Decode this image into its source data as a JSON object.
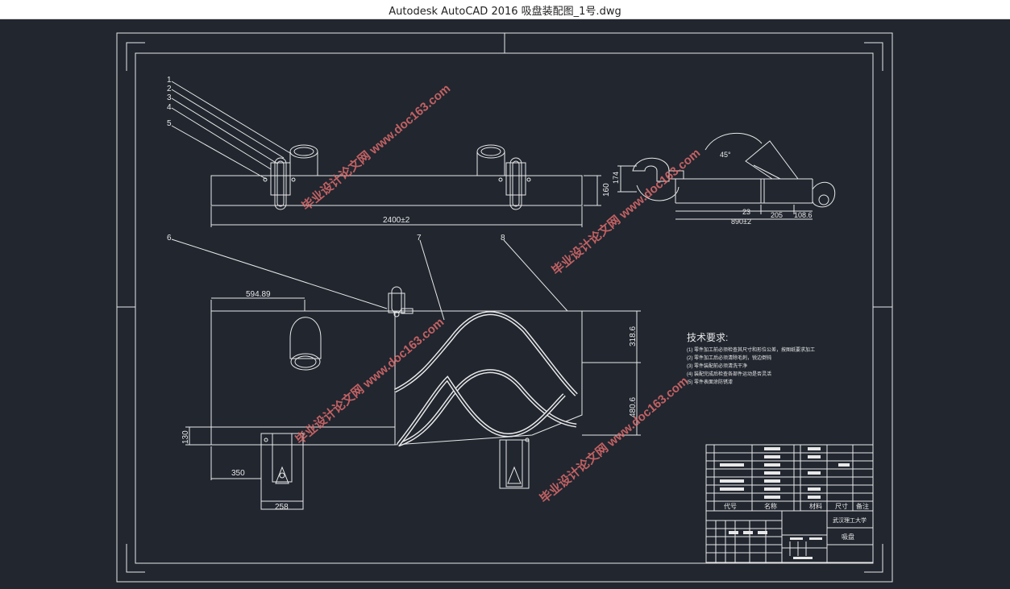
{
  "window": {
    "title": "Autodesk AutoCAD 2016    吸盘装配图_1号.dwg"
  },
  "drawing": {
    "balloons": [
      "1",
      "2",
      "3",
      "4",
      "5",
      "6",
      "7",
      "8"
    ],
    "dims": {
      "len_top": "2400±2",
      "h_top": "160",
      "side_h": "174",
      "width_side": "890±2",
      "d23": "23",
      "d205": "205",
      "d108": "108.6",
      "angle": "45°",
      "d594": "594.89",
      "d318": "318.6",
      "d480": "480.6",
      "d130": "130",
      "d350": "350",
      "d258": "258"
    },
    "tech": {
      "title": "技术要求:",
      "lines": [
        "(1) 零件加工前必须检查其尺寸和形位公差，按图纸要求加工",
        "(2) 零件加工后必须清除毛刺，锐边倒钝",
        "(3) 零件装配前必须清洗干净",
        "(4) 装配完成后检查各部件运动是否灵活",
        "(5) 零件表面涂防锈漆"
      ]
    },
    "table": {
      "headers": [
        "代号",
        "名称",
        "材料",
        "尺寸",
        "备注"
      ],
      "school": "武汉理工大学",
      "part_name": "吸盘"
    },
    "watermark": "毕业设计论文网 www.doc163.com"
  }
}
